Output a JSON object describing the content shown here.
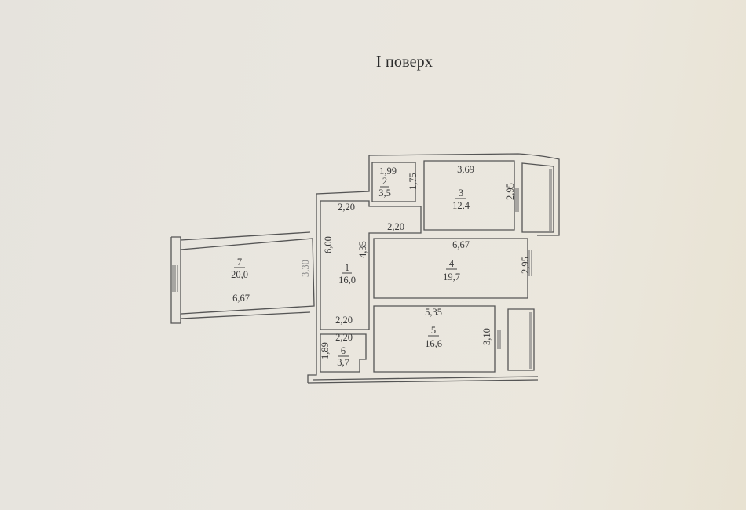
{
  "title": "I поверх",
  "rooms": [
    {
      "number": "1",
      "area": "16,0"
    },
    {
      "number": "2",
      "area": "3,5"
    },
    {
      "number": "3",
      "area": "12,4"
    },
    {
      "number": "4",
      "area": "19,7"
    },
    {
      "number": "5",
      "area": "16,6"
    },
    {
      "number": "6",
      "area": "3,7"
    },
    {
      "number": "7",
      "area": "20,0"
    }
  ],
  "dimensions": {
    "room2_width": "1,99",
    "room2_height": "1,75",
    "room3_width": "3,69",
    "room3_height": "2,95",
    "room1_top": "2,20",
    "room1_mid": "2,20",
    "room1_height": "6,00",
    "room1_inner_height": "4,35",
    "room4_width": "6,67",
    "room4_height": "2,95",
    "room7_width": "6,67",
    "room7_height": "3,30",
    "room1_bottom": "2,20",
    "room6_width": "2,20",
    "room6_height": "1,89",
    "room5_width": "5,35",
    "room5_height": "3,10"
  }
}
